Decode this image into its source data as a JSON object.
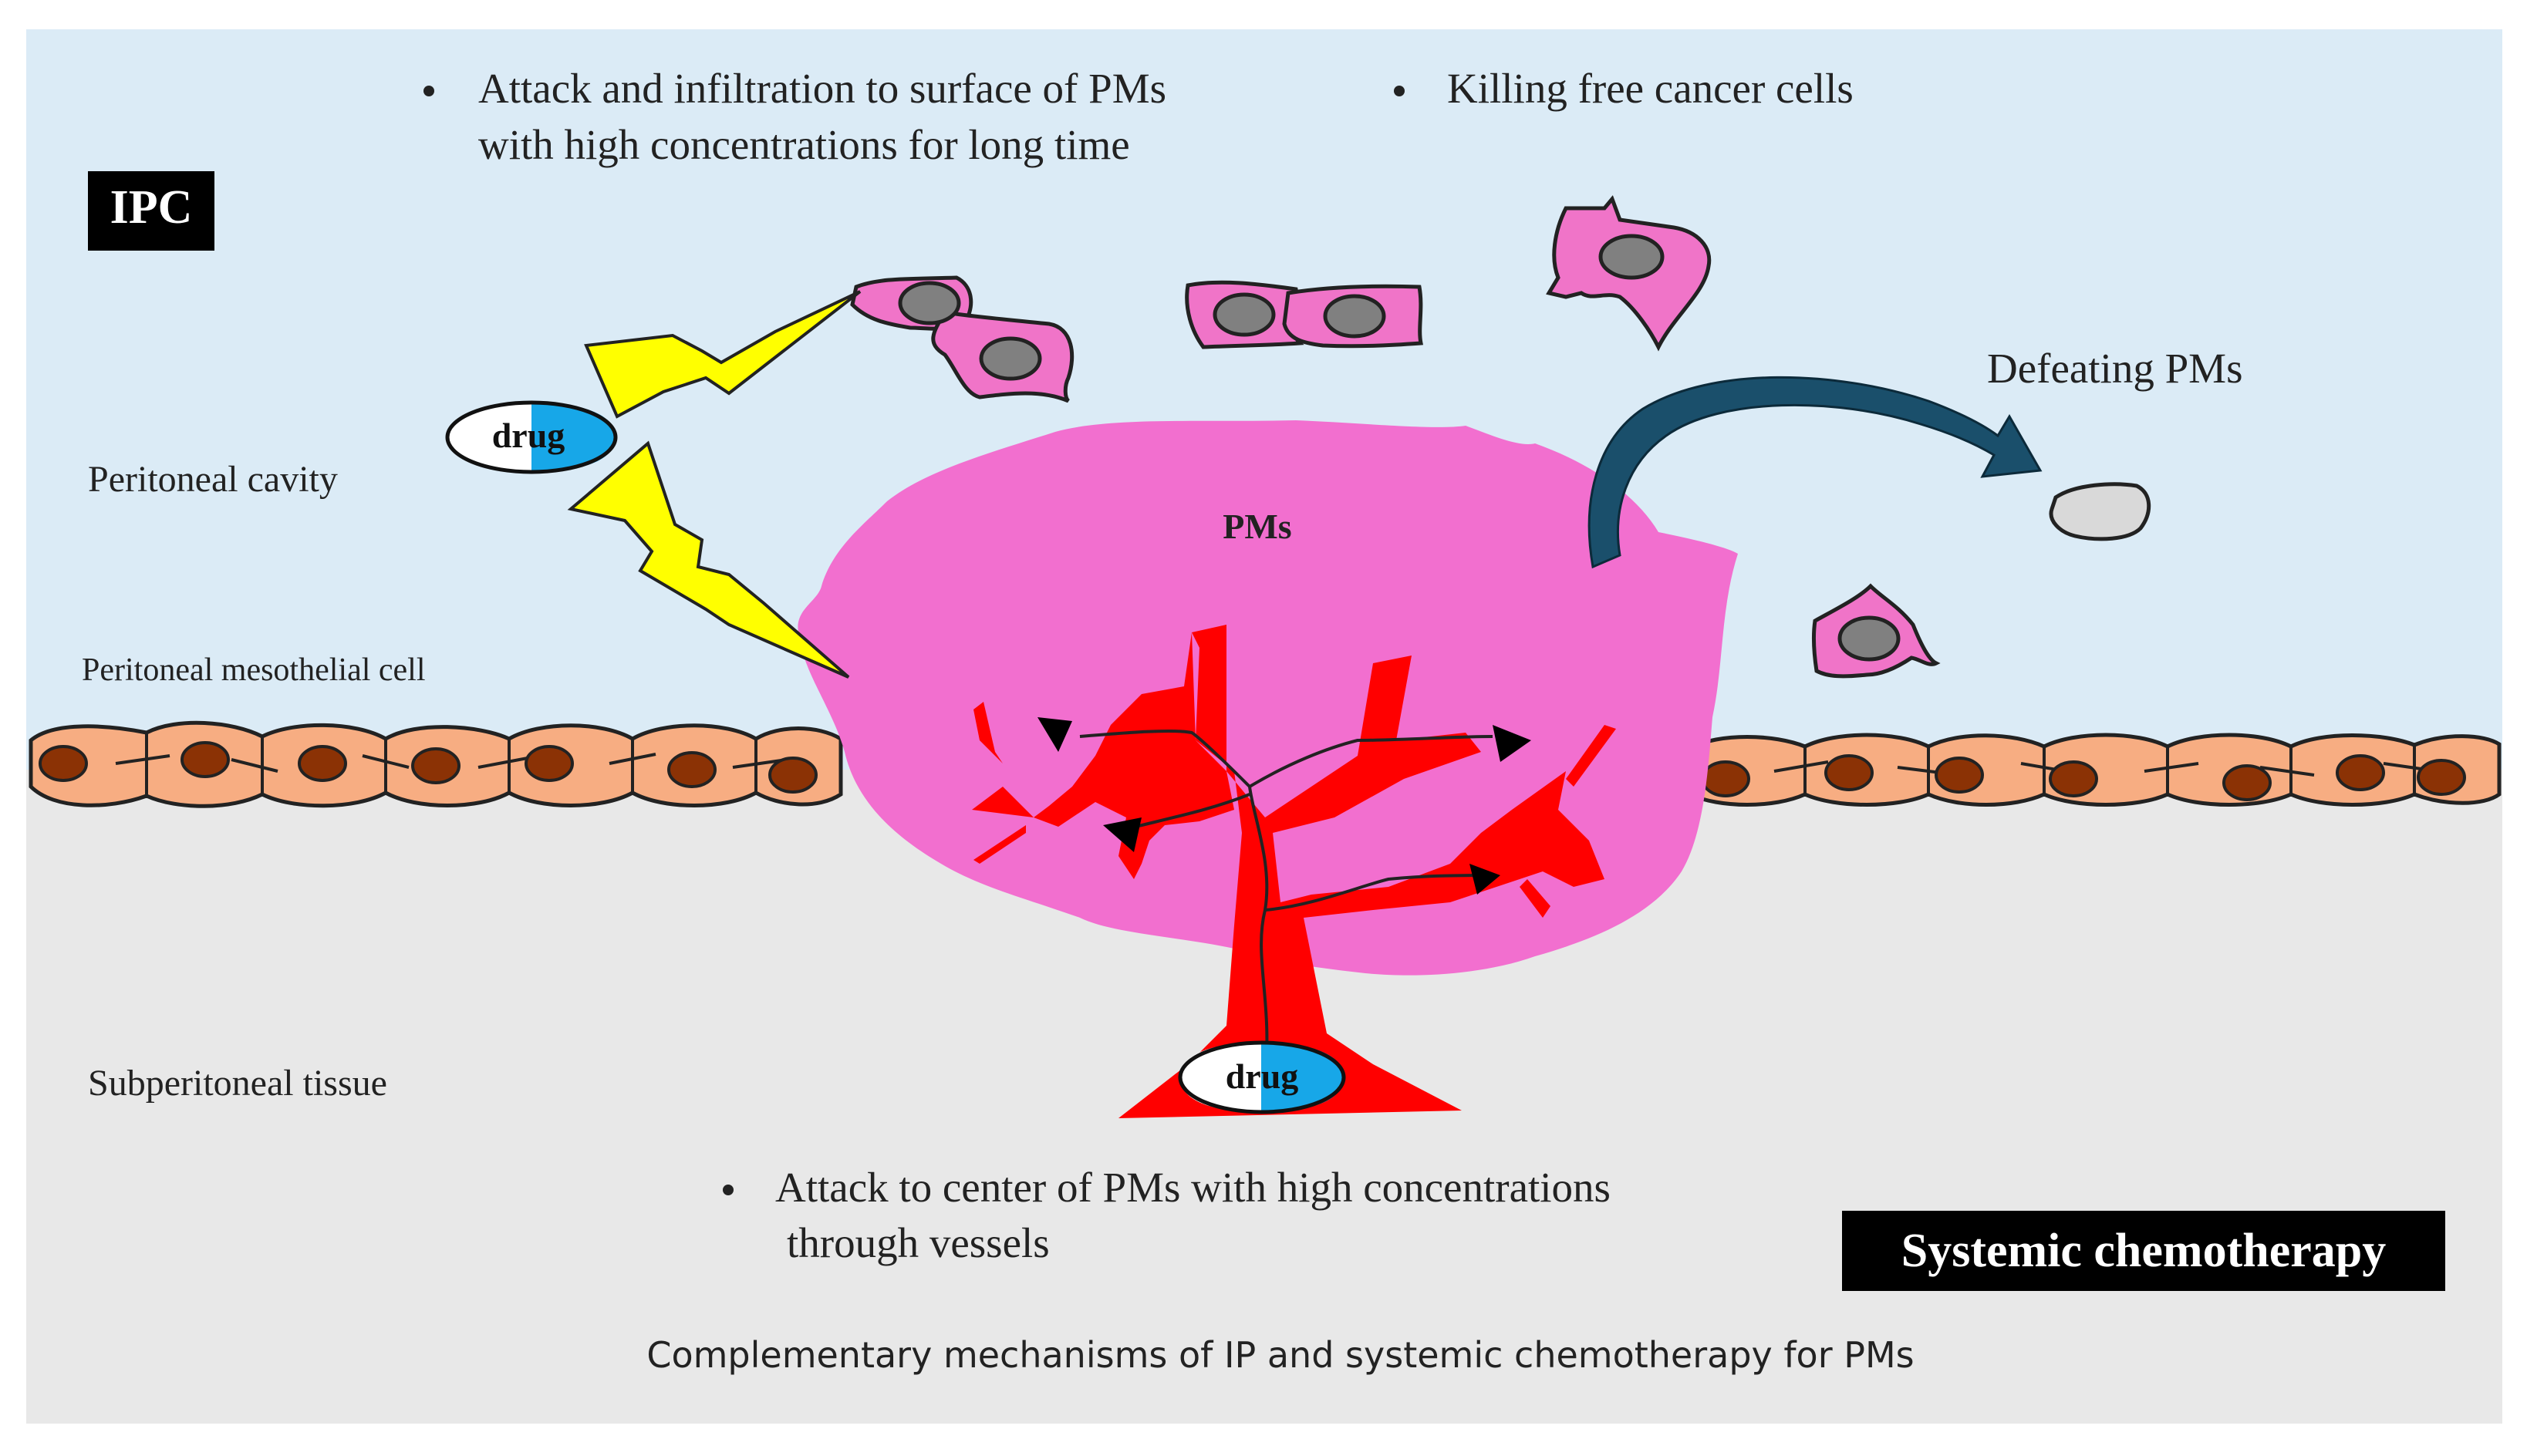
{
  "labels": {
    "ipc": "IPC",
    "systemic": "Systemic chemotherapy",
    "peritoneal_cavity": "Peritoneal cavity",
    "mesothelial_cell": "Peritoneal mesothelial cell",
    "subperitoneal_tissue": "Subperitoneal tissue",
    "pms": "PMs",
    "defeating": "Defeating PMs",
    "drug_top": "drug",
    "drug_bottom": "drug"
  },
  "bullets": {
    "top_left_line1": "Attack and infiltration to surface of PMs",
    "top_left_line2": "with high concentrations for long time",
    "top_right": "Killing free cancer cells",
    "bottom_line1": "Attack to center of PMs with high concentrations",
    "bottom_line2": "through vessels"
  },
  "caption": "Complementary mechanisms of IP and systemic chemotherapy for PMs",
  "colors": {
    "cavity": "#dbebf6",
    "tissue": "#e8e8e8",
    "tumor": "#f26fcf",
    "vessel": "#ff0000",
    "cell_pink": "#f074c8",
    "nucleus_gray": "#808080",
    "meso_cell": "#f7ad82",
    "meso_nucleus": "#8b3205",
    "lightning": "#ffff00",
    "drug_blue": "#17a7e8",
    "arrow": "#1a4f6b",
    "label_box": "#000000"
  }
}
